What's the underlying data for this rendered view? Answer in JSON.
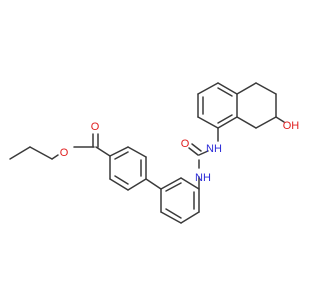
{
  "molecule": {
    "atom_labels": {
      "ester_o_double": "O",
      "ester_o_single": "O",
      "urea_o": "O",
      "nh_upper": "NH",
      "nh_lower": "NH",
      "hydroxyl": "OH"
    },
    "colors": {
      "bond": "#3a3a3a",
      "nitrogen": "#2d2dd8",
      "oxygen": "#e02020",
      "background": "#ffffff"
    }
  }
}
